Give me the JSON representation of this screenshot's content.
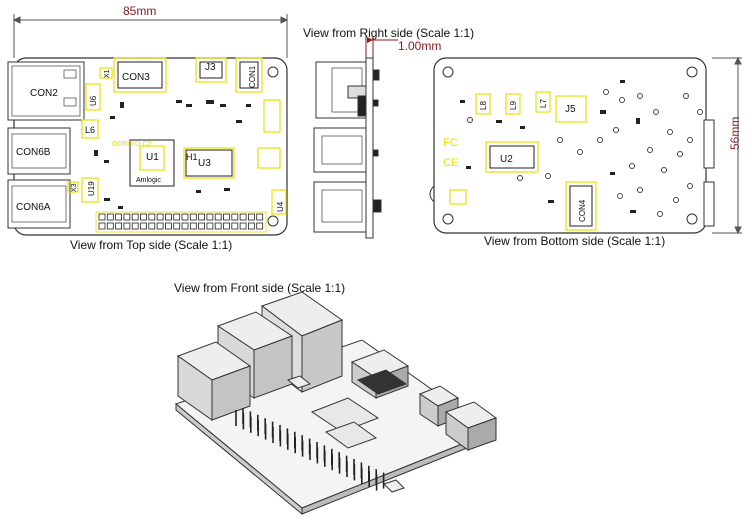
{
  "dimensions": {
    "width_label": "85mm",
    "height_label": "56mm",
    "thickness_label": "1.00mm"
  },
  "views": {
    "top": "View from Top side (Scale 1:1)",
    "right": "View from Right side (Scale 1:1)",
    "bottom": "View from Bottom side (Scale 1:1)",
    "front": "View from Front side (Scale 1:1)"
  },
  "top_labels": {
    "con1": "CON1",
    "con2": "CON2",
    "con3": "CON3",
    "con6a": "CON6A",
    "con6b": "CON6B",
    "j3": "J3",
    "u1": "U1",
    "u3": "U3",
    "u4": "U4",
    "u6": "U6",
    "u19": "U19",
    "h1": "H1",
    "l6": "L6",
    "x1": "X1",
    "x3": "X3",
    "board_name": "ODROID-C2",
    "chip_brand": "Amlogic"
  },
  "bottom_labels": {
    "u2": "U2",
    "j5": "J5",
    "con4": "CON4",
    "l7": "L7",
    "l8": "L8",
    "l9": "L9",
    "fcc": "FC",
    "ce": "CE"
  },
  "colors": {
    "silkscreen": "#e8e000",
    "outline": "#333333",
    "dimension": "#8b1a1a"
  }
}
